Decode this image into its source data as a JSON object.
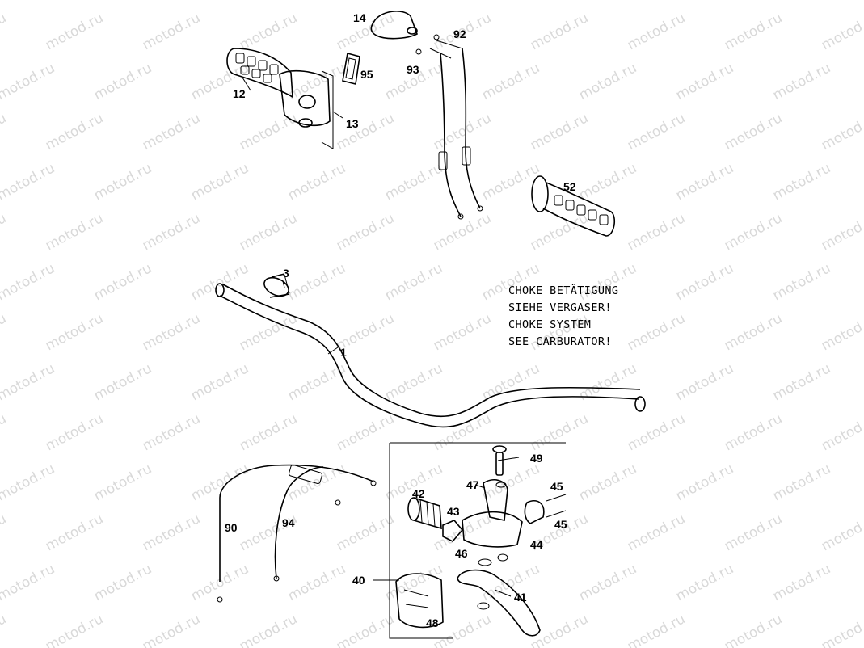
{
  "watermark": "motod.ru",
  "note_lines": [
    "CHOKE BETÄTIGUNG",
    "SIEHE VERGASER!",
    "CHOKE SYSTEM",
    "SEE CARBURATOR!"
  ],
  "part_labels": {
    "p1": "1",
    "p3": "3",
    "p12": "12",
    "p13": "13",
    "p14": "14",
    "p40": "40",
    "p41": "41",
    "p42": "42",
    "p43": "43",
    "p44": "44",
    "p45a": "45",
    "p45b": "45",
    "p46": "46",
    "p47": "47",
    "p48": "48",
    "p49": "49",
    "p52": "52",
    "p90": "90",
    "p92": "92",
    "p93": "93",
    "p94": "94",
    "p95": "95"
  }
}
